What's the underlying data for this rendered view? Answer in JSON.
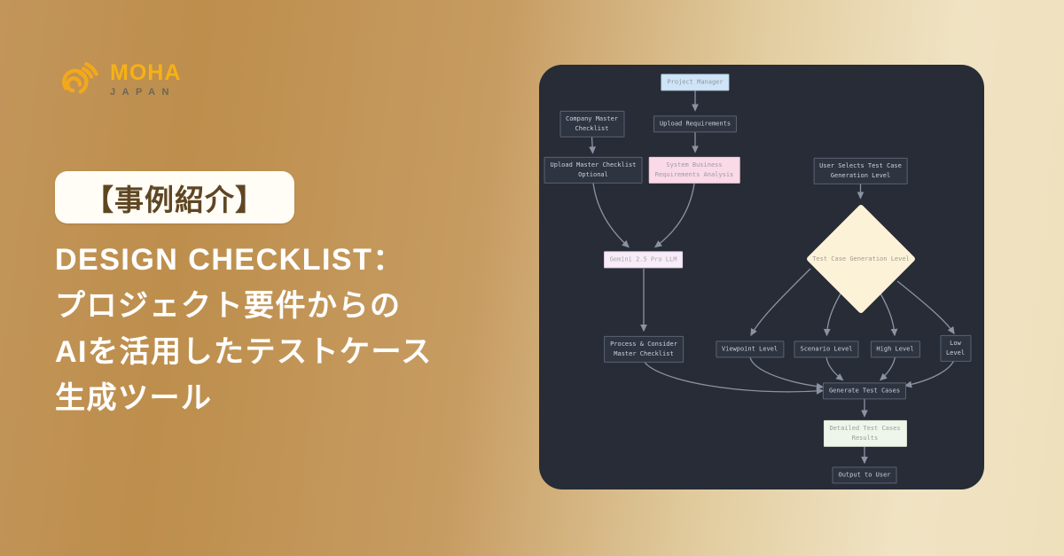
{
  "brand": {
    "name": "MOHA",
    "sub": "JAPAN"
  },
  "badge_label": "【事例紹介】",
  "title": {
    "line1": "DESIGN CHECKLIST：",
    "line2": "プロジェクト要件からの",
    "line3": "AIを活用したテストケース",
    "line4": "生成ツール"
  },
  "colors": {
    "background_gold": "#c2955a",
    "background_cream": "#efe0bc",
    "panel_dark": "#272c36",
    "brand_yellow": "#f6b115",
    "badge_text_brown": "#5f4623",
    "node_blue": "#cfe4f6",
    "node_pink": "#f9dae6",
    "node_lavender": "#f7ecf7",
    "node_green": "#eef5ea",
    "diamond_cream": "#fcf2d8",
    "edge_gray": "#8b93a3"
  },
  "flowchart": {
    "nodes": {
      "project_manager": "Project Manager",
      "company_master": "Company Master\nChecklist",
      "upload_requirements": "Upload Requirements",
      "upload_master": "Upload Master Checklist\nOptional",
      "system_business": "System Business\nRequirements Analysis",
      "gemini": "Gemini 2.5 Pro LLM",
      "process_consider": "Process & Consider\nMaster Checklist",
      "user_selects": "User Selects Test Case\nGeneration Level",
      "decision": "Test Case Generation Level",
      "viewpoint": "Viewpoint Level",
      "scenario": "Scenario Level",
      "high": "High Level",
      "low": "Low Level",
      "generate": "Generate Test Cases",
      "detailed": "Detailed Test Cases\nResults",
      "output": "Output to User"
    }
  }
}
